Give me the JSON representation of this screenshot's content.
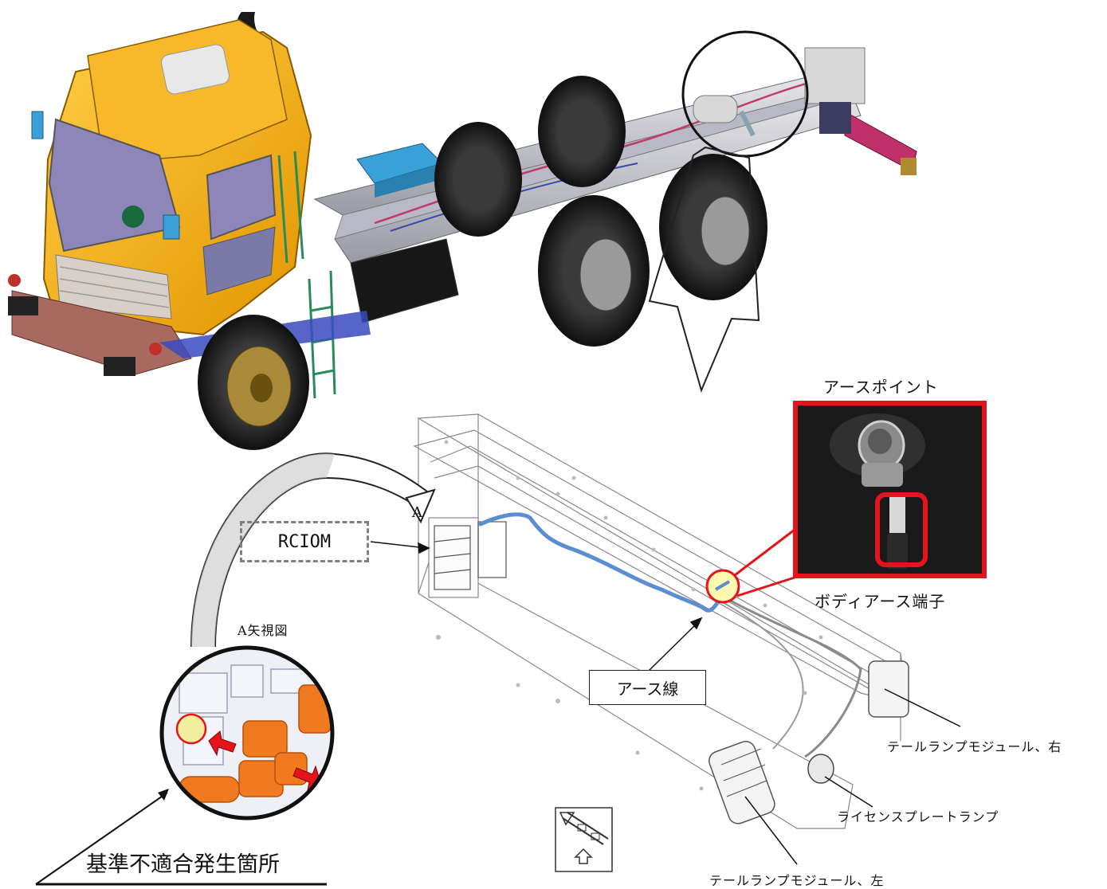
{
  "labels": {
    "earth_point": "アースポイント",
    "body_earth_terminal": "ボディアース端子",
    "rciom": "RCIOM",
    "arrow_a": "A",
    "a_view": "A矢視図",
    "earth_wire": "アース線",
    "tail_lamp_right": "テールランプモジュール、右",
    "license_plate_lamp": "ライセンスプレートランプ",
    "tail_lamp_left": "テールランプモジュール、左",
    "nonconformity_location": "基準不適合発生箇所"
  },
  "colors": {
    "highlight_red": "#e3141b",
    "harness_blue": "#5b8ed1",
    "cab_orange": "#f0a81c",
    "connector_orange": "#f07a20"
  },
  "icons": {
    "direction_indicator": "truck-direction-arrow-icon"
  }
}
